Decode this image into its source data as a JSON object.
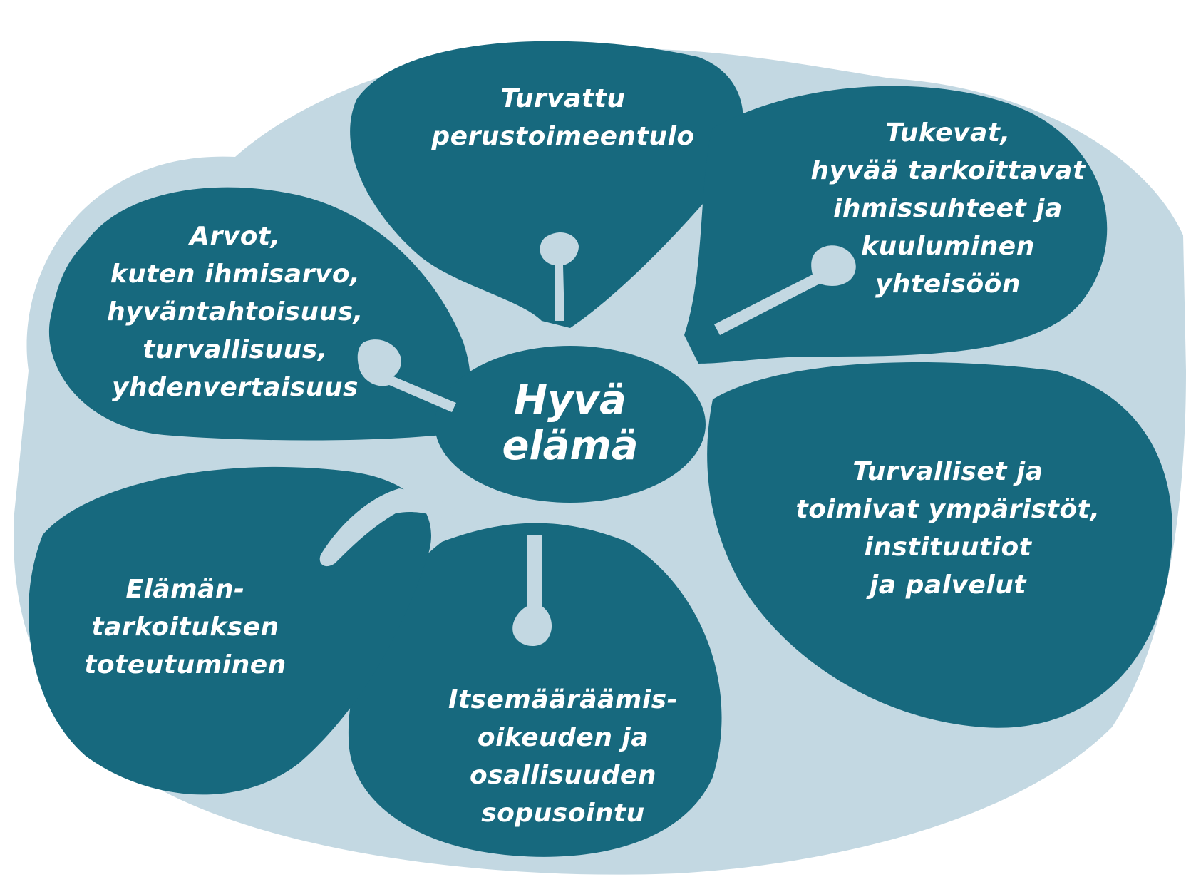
{
  "colors": {
    "petal": "#17697e",
    "background_wash": "#c3d8e2",
    "text": "#ffffff"
  },
  "center": {
    "lines": [
      "Hyvä",
      "elämä"
    ]
  },
  "petals": [
    {
      "id": "top",
      "lines": [
        "Turvattu",
        "perustoimeentulo"
      ]
    },
    {
      "id": "top-right",
      "lines": [
        "Tukevat,",
        "hyvää tarkoittavat",
        "ihmissuhteet ja",
        "kuuluminen",
        "yhteisöön"
      ]
    },
    {
      "id": "right",
      "lines": [
        "Turvalliset ja",
        "toimivat ympäristöt,",
        "instituutiot",
        "ja palvelut"
      ]
    },
    {
      "id": "bottom",
      "lines": [
        "Itsemääräämis-",
        "oikeuden ja",
        "osallisuuden",
        "sopusointu"
      ]
    },
    {
      "id": "bottom-left",
      "lines": [
        "Elämän-",
        "tarkoituksen",
        "toteutuminen"
      ]
    },
    {
      "id": "top-left",
      "lines": [
        "Arvot,",
        "kuten ihmisarvo,",
        "hyväntahtoisuus,",
        "turvallisuus,",
        "yhdenvertaisuus"
      ]
    }
  ]
}
